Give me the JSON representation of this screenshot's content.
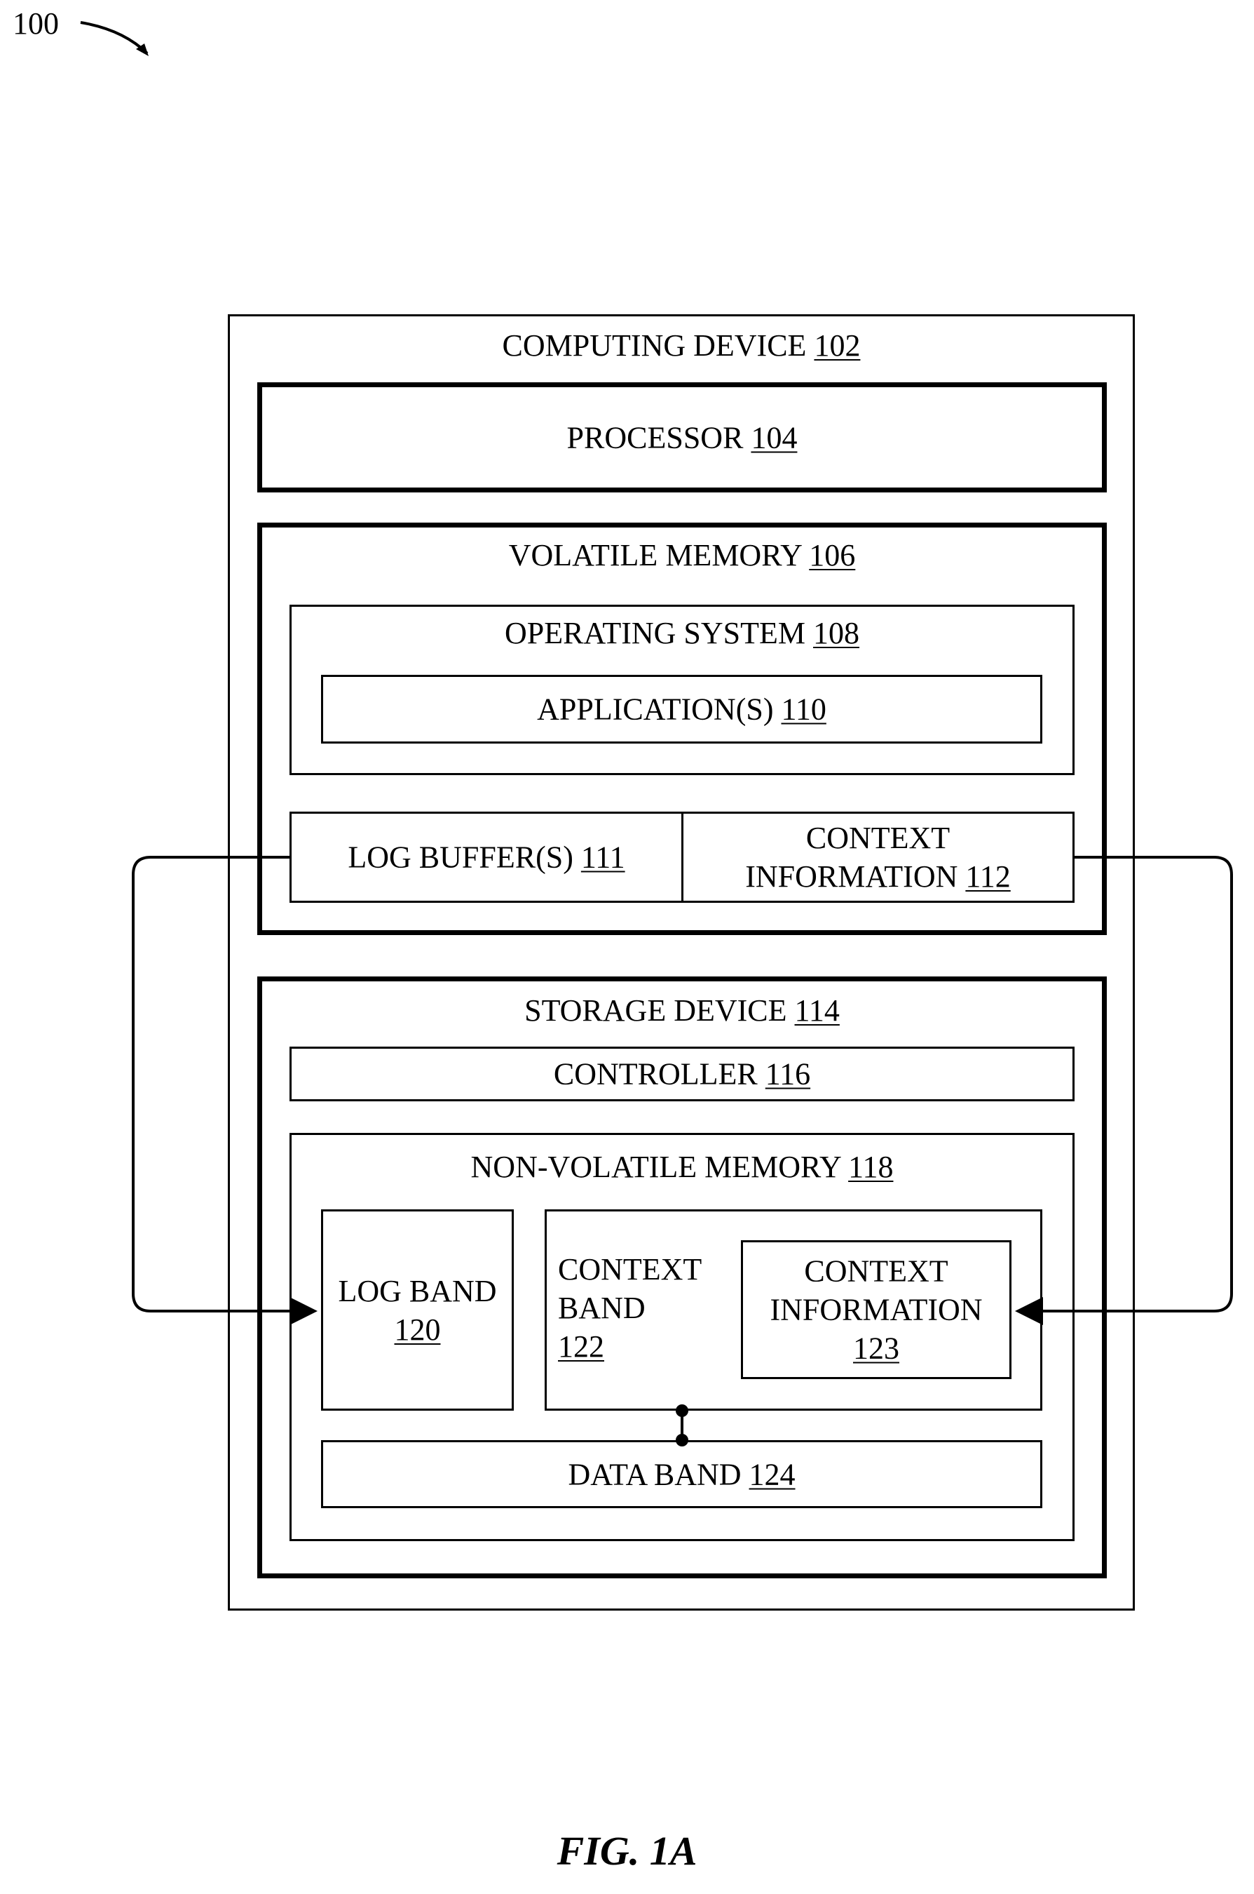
{
  "figure_number": "100",
  "caption": "FIG. 1A",
  "computing_device": {
    "label": "COMPUTING DEVICE",
    "ref": "102"
  },
  "processor": {
    "label": "PROCESSOR",
    "ref": "104"
  },
  "volatile_memory": {
    "label": "VOLATILE MEMORY",
    "ref": "106"
  },
  "operating_system": {
    "label": "OPERATING SYSTEM",
    "ref": "108"
  },
  "applications": {
    "label": "APPLICATION(S)",
    "ref": "110"
  },
  "log_buffers": {
    "label": "LOG BUFFER(S)",
    "ref": "111"
  },
  "context_information_112": {
    "line1": "CONTEXT",
    "line2": "INFORMATION",
    "ref": "112"
  },
  "storage_device": {
    "label": "STORAGE DEVICE",
    "ref": "114"
  },
  "controller": {
    "label": "CONTROLLER",
    "ref": "116"
  },
  "non_volatile_memory": {
    "label": "NON-VOLATILE MEMORY",
    "ref": "118"
  },
  "log_band": {
    "label": "LOG BAND",
    "ref": "120"
  },
  "context_band": {
    "line1": "CONTEXT",
    "line2": "BAND",
    "ref": "122"
  },
  "context_information_123": {
    "line1": "CONTEXT",
    "line2": "INFORMATION",
    "ref": "123"
  },
  "data_band": {
    "label": "DATA BAND",
    "ref": "124"
  }
}
